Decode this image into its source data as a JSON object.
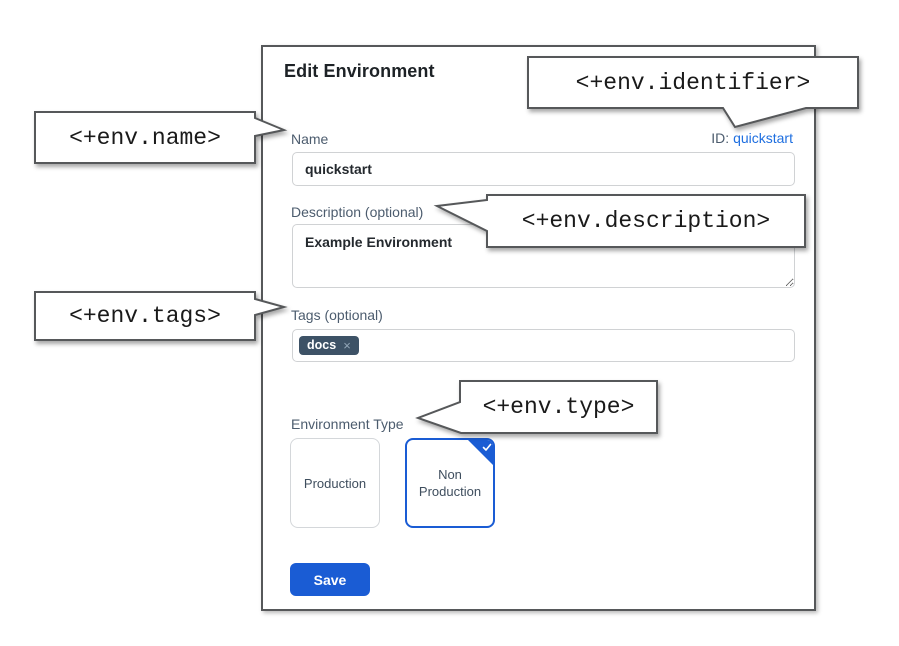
{
  "dialog": {
    "title": "Edit Environment",
    "id_label": "ID:",
    "id_value": "quickstart",
    "fields": {
      "name": {
        "label": "Name",
        "value": "quickstart"
      },
      "description": {
        "label": "Description (optional)",
        "value": "Example Environment"
      },
      "tags": {
        "label": "Tags (optional)",
        "chips": [
          {
            "text": "docs",
            "remove_icon": "×"
          }
        ]
      },
      "type": {
        "label": "Environment Type",
        "options": [
          {
            "label": "Production",
            "selected": false
          },
          {
            "label": "Non Production",
            "selected": true
          }
        ]
      }
    },
    "save_label": "Save"
  },
  "callouts": {
    "identifier": {
      "text": "<+env.identifier>"
    },
    "name": {
      "text": "<+env.name>"
    },
    "description": {
      "text": "<+env.description>"
    },
    "tags": {
      "text": "<+env.tags>"
    },
    "type": {
      "text": "<+env.type>"
    }
  },
  "colors": {
    "primary_blue": "#1a5cd4",
    "link_blue": "#1f6fe0",
    "label_slate": "#4c5c6e",
    "chip_bg": "#3d5266",
    "border_gray": "#56585a"
  }
}
